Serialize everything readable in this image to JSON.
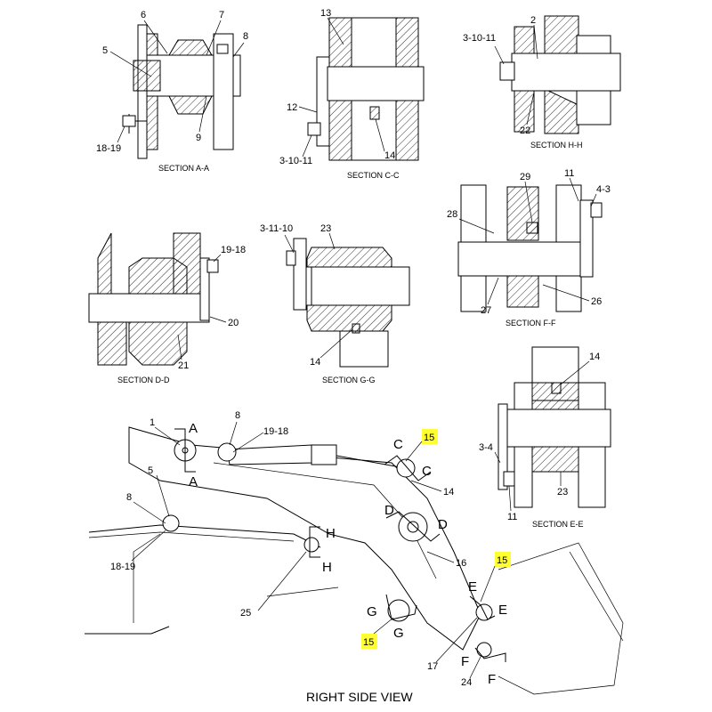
{
  "colors": {
    "highlight": "#ffff33",
    "ink": "#000000",
    "background": "#ffffff"
  },
  "sections": {
    "a": "SECTION A-A",
    "c": "SECTION C-C",
    "h": "SECTION H-H",
    "d": "SECTION D-D",
    "g": "SECTION G-G",
    "f": "SECTION F-F",
    "e": "SECTION E-E"
  },
  "view_title": "RIGHT SIDE VIEW",
  "callouts": {
    "a6": "6",
    "a7": "7",
    "a5": "5",
    "a8": "8",
    "a1819": "18-19",
    "a9": "9",
    "c13": "13",
    "c12": "12",
    "c31011": "3-10-11",
    "c14": "14",
    "h2": "2",
    "h31011": "3-10-11",
    "h22": "22",
    "d1918": "19-18",
    "d20": "20",
    "d21": "21",
    "g31110": "3-11-10",
    "g23": "23",
    "g14": "14",
    "f11": "11",
    "f43": "4-3",
    "f29": "29",
    "f28": "28",
    "f26": "26",
    "f27": "27",
    "e14": "14",
    "e34": "3-4",
    "e23": "23",
    "e11": "11",
    "v1": "1",
    "v8a": "8",
    "v1918": "19-18",
    "v15a": "15",
    "v5": "5",
    "v8b": "8",
    "v1819": "18-19",
    "v14": "14",
    "v16": "16",
    "v25": "25",
    "v15b": "15",
    "v15c": "15",
    "v17": "17",
    "v24": "24"
  },
  "cut_letters": {
    "a_top": "A",
    "a_bot": "A",
    "c_top": "C",
    "c_bot": "C",
    "d_left": "D",
    "d_right": "D",
    "h_top": "H",
    "h_bot": "H",
    "g_left": "G",
    "g_right": "G",
    "e_top": "E",
    "e_right": "E",
    "f_left": "F",
    "f_bot": "F"
  }
}
